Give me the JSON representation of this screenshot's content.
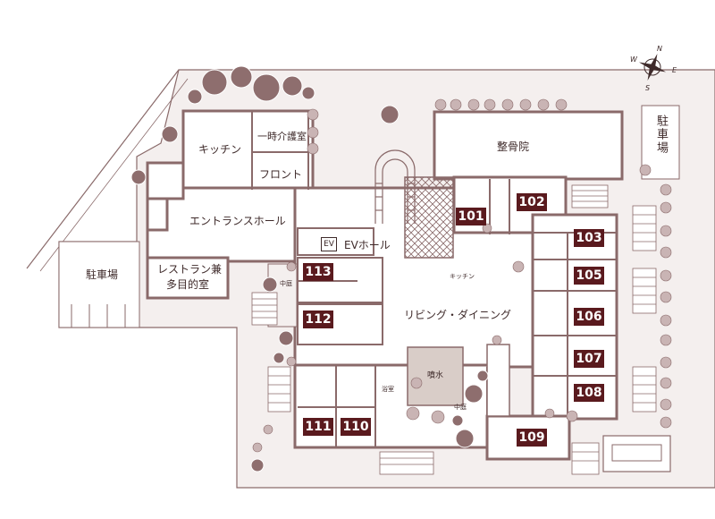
{
  "colors": {
    "wall": "#8a6a6a",
    "floor": "#ffffff",
    "site": "#f4efee",
    "tree": "#8e6e6e",
    "tree_light": "#c9b4b4",
    "room_badge": "#5a1a1e",
    "pond": "#d9cdc8"
  },
  "compass": {
    "n": "N",
    "e": "E",
    "s": "S",
    "w": "W"
  },
  "labels": {
    "kitchen": "キッチン",
    "temporary_care": "一時介護室",
    "front": "フロント",
    "entrance_hall": "エントランスホール",
    "ev_hall": "EVホール",
    "ev": "EV",
    "restaurant": "レストラン兼",
    "multipurpose": "多目的室",
    "parking_left": "駐車場",
    "parking_right": "駐車場",
    "osteopathy": "整骨院",
    "living_dining": "リビング・ダイニング",
    "small_kitchen": "キッチン",
    "fountain": "噴水",
    "bath": "浴室",
    "courtyard_left": "中庭",
    "courtyard_right": "中庭"
  },
  "rooms": [
    "101",
    "102",
    "103",
    "105",
    "106",
    "107",
    "108",
    "109",
    "110",
    "111",
    "112",
    "113"
  ]
}
